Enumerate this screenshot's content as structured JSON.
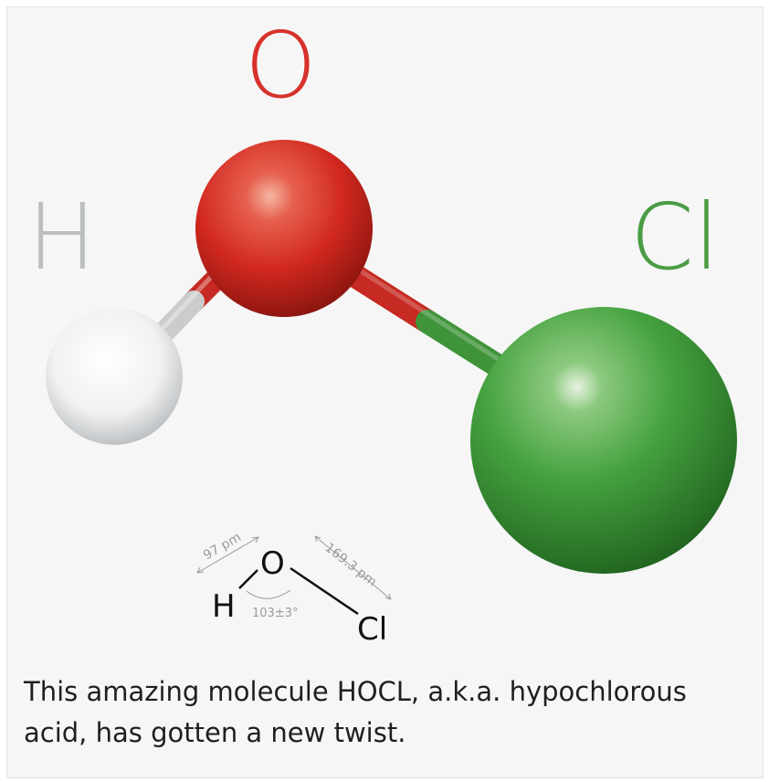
{
  "labels": {
    "o": "O",
    "h": "H",
    "cl": "Cl"
  },
  "structure": {
    "o": "O",
    "h": "H",
    "cl": "Cl",
    "bond_oh": "97 pm",
    "bond_ocl": "169.3 pm",
    "angle": "103±3°"
  },
  "caption": "This amazing molecule HOCL, a.k.a. hypochlorous acid, has gotten a new twist.",
  "colors": {
    "oxygen": "#d7312c",
    "chlorine": "#4a9c44",
    "hydrogen": "#bcbfc0",
    "background": "#f6f6f6"
  }
}
